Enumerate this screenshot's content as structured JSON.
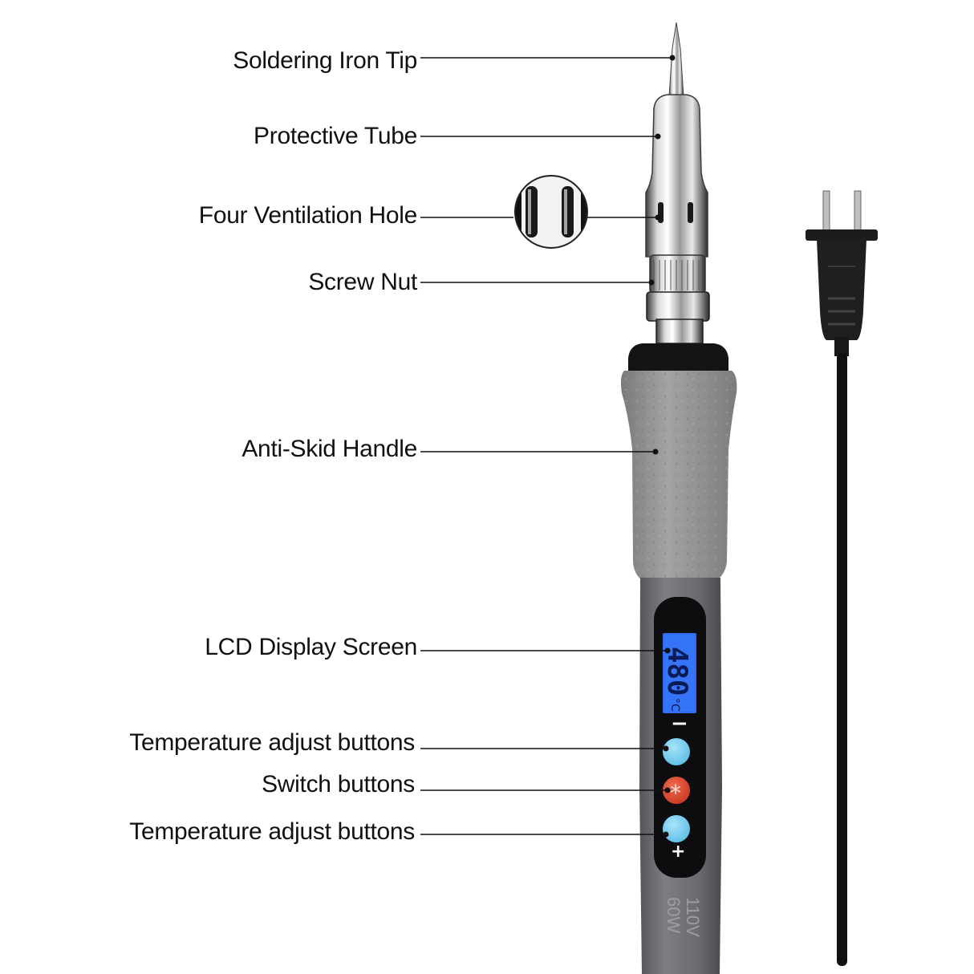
{
  "callouts": [
    {
      "key": "tip",
      "text": "Soldering Iron Tip"
    },
    {
      "key": "tube",
      "text": "Protective Tube"
    },
    {
      "key": "vent",
      "text": "Four Ventilation Hole"
    },
    {
      "key": "nut",
      "text": "Screw Nut"
    },
    {
      "key": "handle",
      "text": "Anti-Skid Handle"
    },
    {
      "key": "lcd",
      "text": "LCD Display Screen"
    },
    {
      "key": "minus",
      "text": "Temperature adjust buttons"
    },
    {
      "key": "switch",
      "text": "Switch buttons"
    },
    {
      "key": "plus",
      "text": "Temperature adjust buttons"
    }
  ],
  "lcd_reading": "480",
  "lcd_unit": "°C",
  "minus_symbol": "−",
  "plus_symbol": "+",
  "switch_symbol": "*",
  "rating_voltage": "110V",
  "rating_power": "60W",
  "colors": {
    "handle_grip": "#8d8d8d",
    "body": "#6f7073",
    "lcd": "#2f6cf0",
    "adjust_button": "#7ed0f0",
    "switch_button": "#e0492f"
  }
}
